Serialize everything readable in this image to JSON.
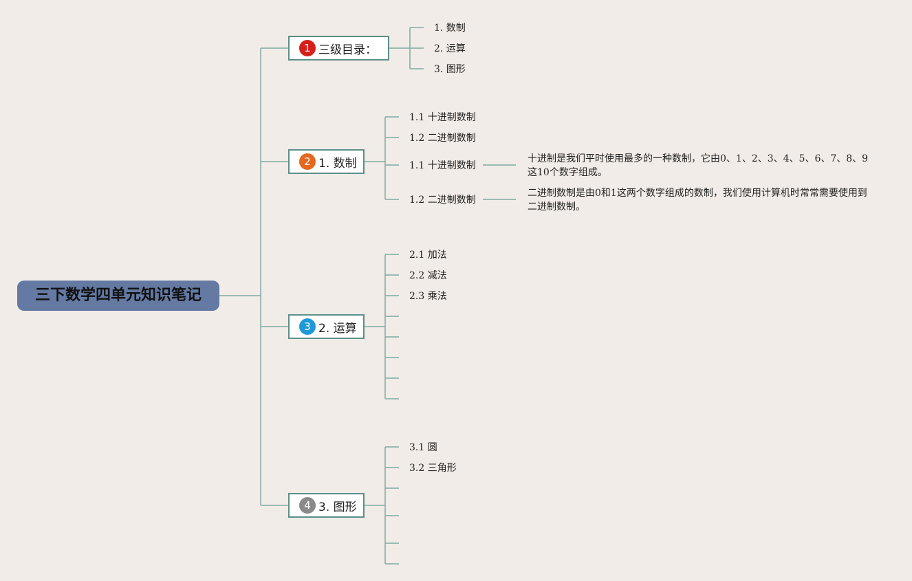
{
  "root": {
    "title": "三下数学四单元知识笔记"
  },
  "colors": {
    "background": "#f1ece7",
    "root_fill": "#647aa3",
    "branch_border": "#5d8f88",
    "connector": "#7fa9a3"
  },
  "branches": [
    {
      "badge": "1",
      "badge_color": "#d6201c",
      "label": "三级目录：",
      "items": [
        "1. 数制",
        "2. 运算",
        "3. 图形"
      ]
    },
    {
      "badge": "2",
      "badge_color": "#e4681f",
      "label": "1. 数制",
      "items": [
        "1.1 十进制数制",
        "1.2 二进制数制",
        "1.1 十进制数制",
        "1.2 二进制数制"
      ]
    },
    {
      "badge": "3",
      "badge_color": "#1f9ad8",
      "label": "2. 运算",
      "items": [
        "2.1 加法",
        "2.2 减法",
        "2.3 乘法"
      ]
    },
    {
      "badge": "4",
      "badge_color": "#8a8a8a",
      "label": "3. 图形",
      "items": [
        "3.1 圆",
        "3.2 三角形"
      ]
    }
  ],
  "notes": [
    {
      "text": "十进制是我们平时使用最多的一种数制，它由0、1、2、3、4、5、6、7、8、9这10个数字组成。"
    },
    {
      "text": "二进制数制是由0和1这两个数字组成的数制，我们使用计算机时常常需要使用到二进制数制。"
    }
  ]
}
